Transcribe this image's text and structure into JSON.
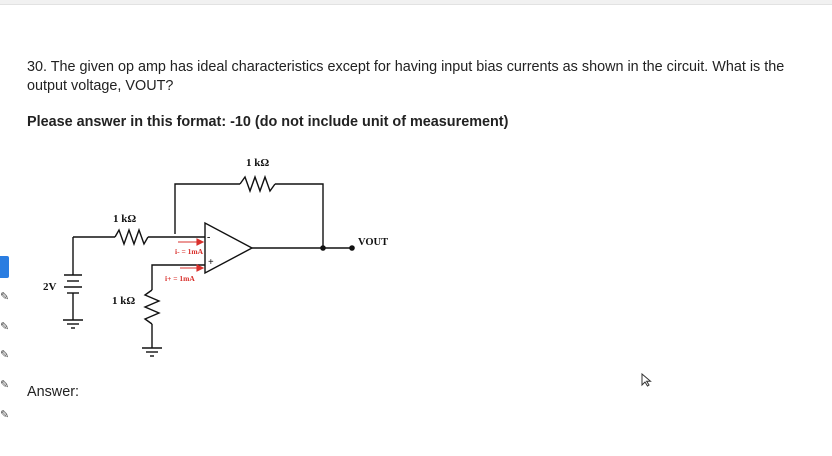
{
  "question": {
    "text": "30. The given op amp has ideal characteristics except for having input bias currents as shown in the circuit. What is the output voltage, VOUT?"
  },
  "instruction": "Please answer in this format: -10 (do not include unit of measurement)",
  "answer_label": "Answer:",
  "circuit": {
    "r_feedback_label": "1 kΩ",
    "r_input_label": "1 kΩ",
    "r_ground_label": "1 kΩ",
    "source_label": "2V",
    "vout_label": "VOUT",
    "i_minus_label": "i- = 1mA",
    "i_plus_label": "i+ = 1mA",
    "minus_sign": "-",
    "plus_sign": "+"
  },
  "icons": [
    "pencil-icon",
    "pencil-icon",
    "pencil-icon",
    "pencil-icon",
    "pencil-icon",
    "cursor-icon"
  ],
  "colors": {
    "accent": "#2a7de1",
    "current_arrow": "#d9302c"
  }
}
